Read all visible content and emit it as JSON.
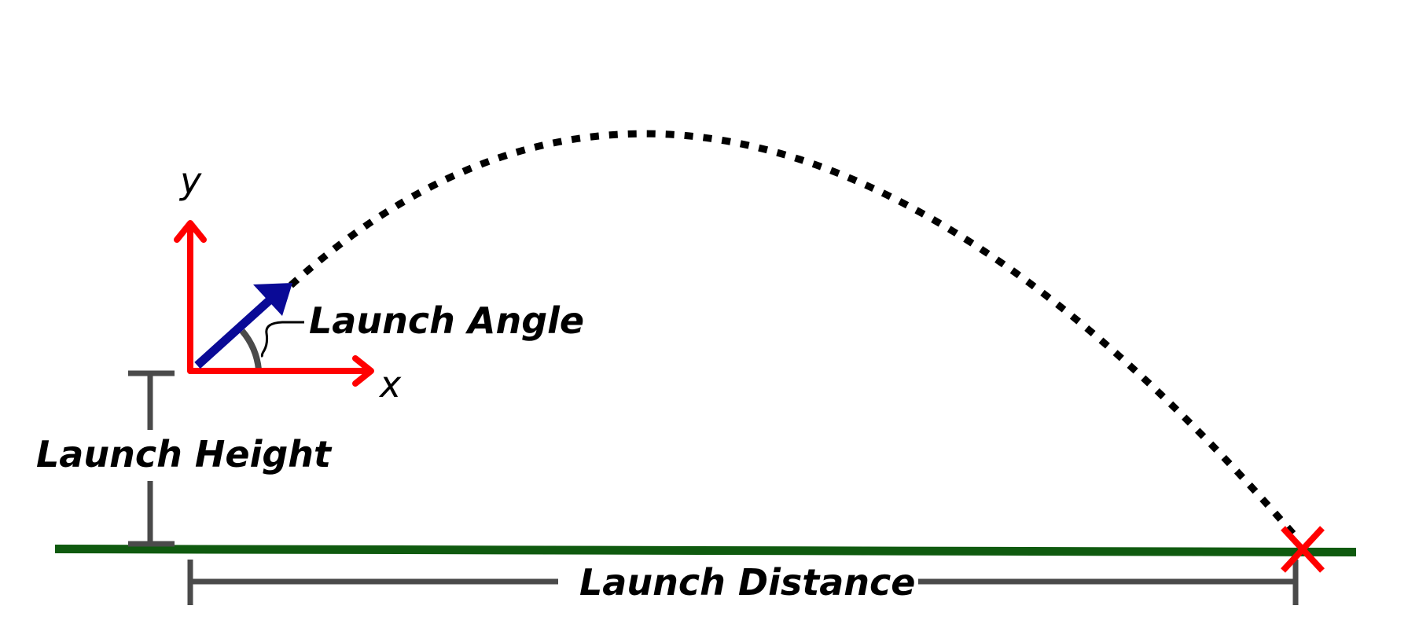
{
  "diagram": {
    "labels": {
      "launch_angle": "Launch Angle",
      "launch_height": "Launch Height",
      "launch_distance": "Launch Distance",
      "x_axis": "x",
      "y_axis": "y"
    },
    "colors": {
      "ground": "#0f5a0f",
      "axes": "#ff0000",
      "launch_vector": "#0a0a96",
      "trajectory": "#000000",
      "dimension_lines": "#4a4a4a",
      "landing_marker": "#ff0000"
    },
    "icons": {
      "landing_marker": "x-mark-icon",
      "angle_arc": "angle-arc-icon"
    }
  }
}
